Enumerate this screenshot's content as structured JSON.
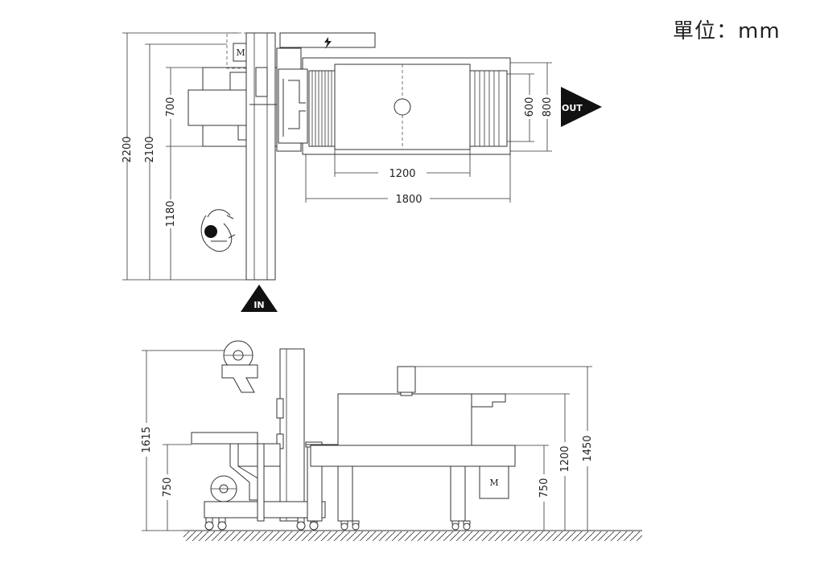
{
  "unit_label": "單位：mm",
  "labels": {
    "in": "IN",
    "out": "OUT",
    "motor": "M"
  },
  "top_view": {
    "dims": {
      "total_length_1": "2200",
      "total_length_2": "2100",
      "section_700": "700",
      "section_1180": "1180",
      "tunnel_1200": "1200",
      "tunnel_1800": "1800",
      "width_600": "600",
      "width_800": "800"
    }
  },
  "side_view": {
    "dims": {
      "height_1615": "1615",
      "height_750_left": "750",
      "height_750_right": "750",
      "height_1200": "1200",
      "height_1450": "1450"
    }
  }
}
